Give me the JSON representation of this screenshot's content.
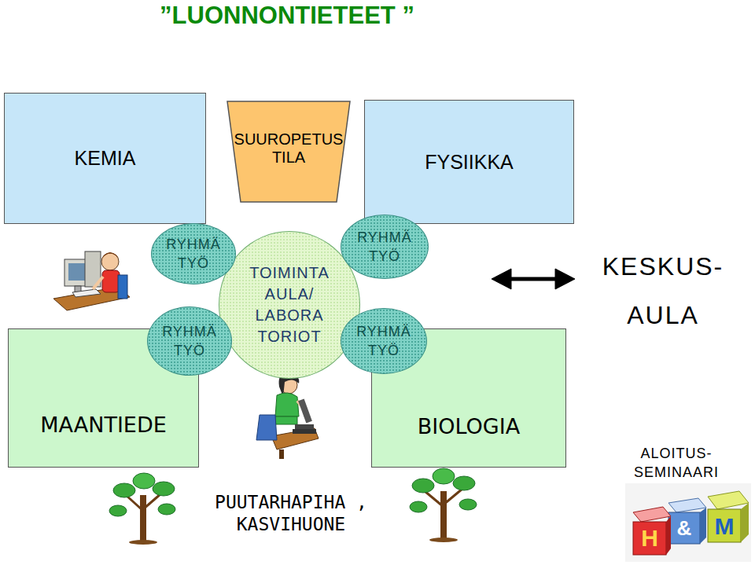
{
  "diagram": {
    "title": "”LUONNONTIETEET ”",
    "nodes": [
      {
        "text": [
          "KEMIA"
        ]
      },
      {
        "text": [
          "SUUROPETUS TILA"
        ]
      },
      {
        "text": [
          "FYSIIKKA"
        ]
      },
      {
        "text": [
          "RYHMÄ TYÖ"
        ]
      },
      {
        "text": [
          "TOIMINTA AULA/ LABORA TORIOT"
        ]
      },
      {
        "text": [
          "RYHMÄ TYÖ"
        ]
      },
      {
        "text": [
          "RYHMÄ TYÖ"
        ]
      },
      {
        "text": [
          "RYHMÄ TYÖ"
        ]
      },
      {
        "text": [
          "MAANTIEDE"
        ]
      },
      {
        "text": [
          "BIOLOGIA"
        ]
      }
    ],
    "labels": [
      "KESKUS- AULA",
      "ALOITUS- SEMINAARI",
      "PUUTARHAPIHA , KASVIHUONE",
      "H",
      "&",
      "M"
    ]
  }
}
